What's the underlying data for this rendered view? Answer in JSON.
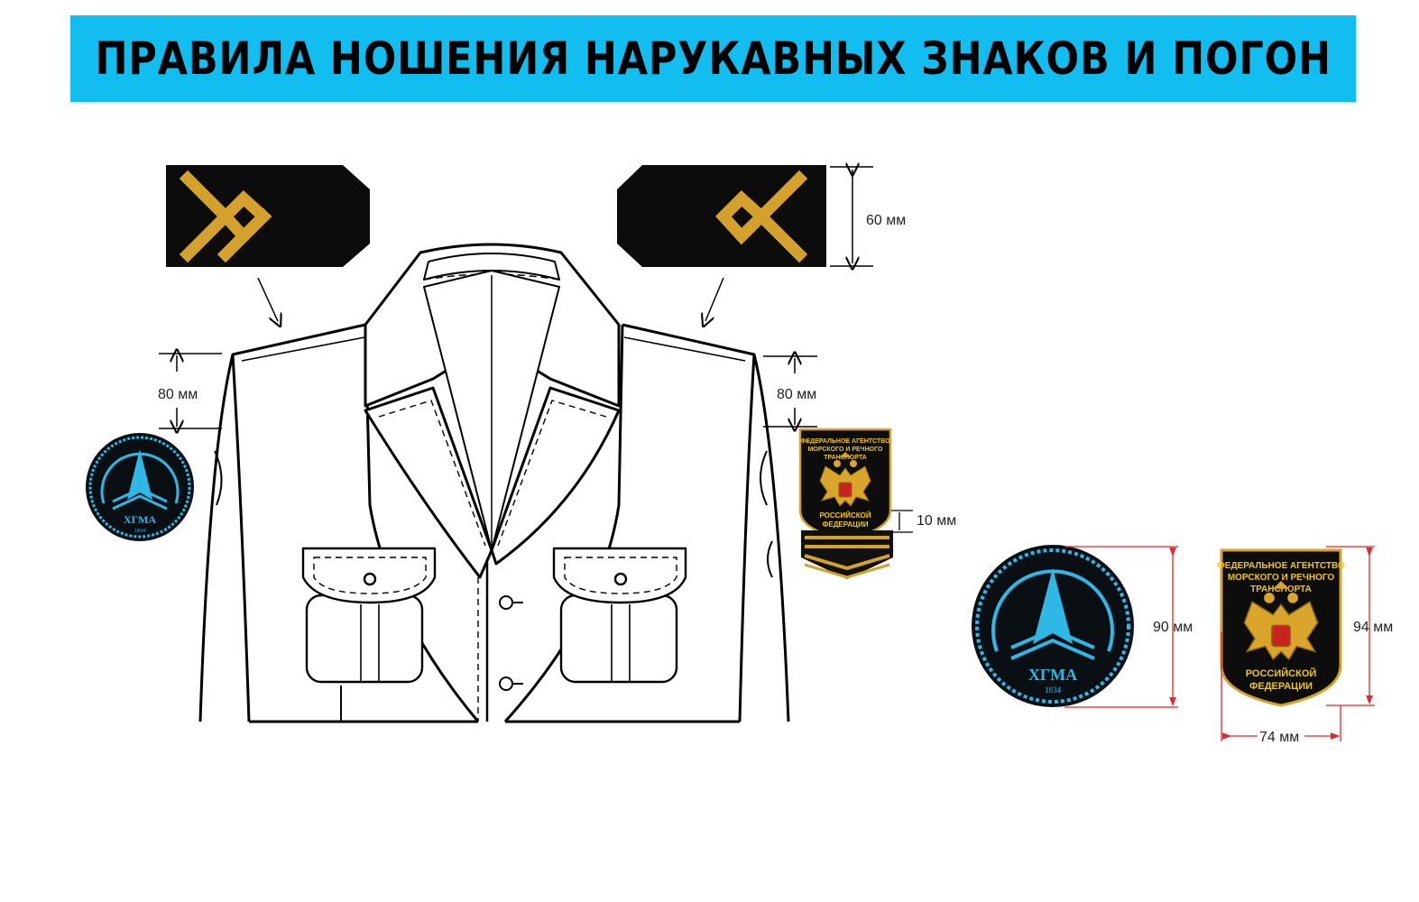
{
  "title": "ПРАВИЛА НОШЕНИЯ НАРУКАВНЫХ ЗНАКОВ И ПОГОН",
  "colors": {
    "banner": "#12bdf0",
    "epaulette": "#0c0c0c",
    "gold": "#d4a22c",
    "logo_blue": "#2fb7e6",
    "dimension_red": "#e0282e"
  },
  "dimensions": {
    "epaulette_height": "60 мм",
    "left_patch_offset": "80 мм",
    "right_patch_offset": "80 мм",
    "chevron_gap": "10 мм",
    "round_patch_diameter": "90 мм",
    "shield_patch_height": "94 мм",
    "shield_patch_width": "74 мм"
  },
  "round_patch": {
    "name": "ХГМА",
    "year": "1834"
  },
  "shield_patch": {
    "line1": "ФЕДЕРАЛЬНОЕ АГЕНТСТВО",
    "line2": "МОРСКОГО И РЕЧНОГО",
    "line3": "ТРАНСПОРТА",
    "line4": "РОССИЙСКОЙ",
    "line5": "ФЕДЕРАЦИИ"
  }
}
